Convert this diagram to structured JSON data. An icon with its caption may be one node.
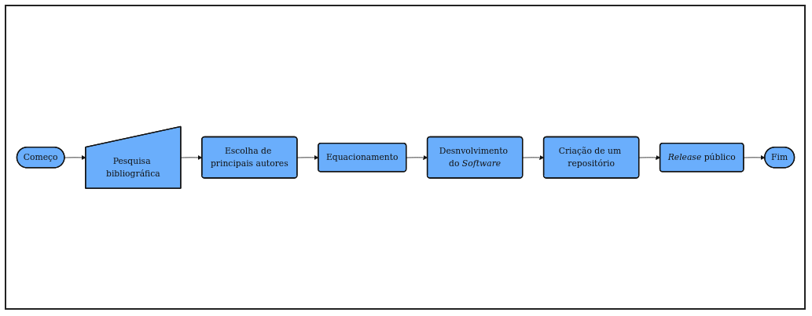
{
  "diagram": {
    "nodes": [
      {
        "text": [
          "Começo"
        ]
      },
      {
        "text": [
          "Pesquisa bibliográfica"
        ]
      },
      {
        "text": [
          "Escolha de principais autores"
        ]
      },
      {
        "text": [
          "Equacionamento"
        ]
      },
      {
        "text": [
          "Desnvolvimento do *Software*"
        ]
      },
      {
        "text": [
          "Criação de um repositório"
        ]
      },
      {
        "text": [
          "*Release* público"
        ]
      },
      {
        "text": [
          "Fim"
        ]
      }
    ],
    "edges": [
      {
        "from": 0,
        "to": 1,
        "arrow": "to"
      },
      {
        "from": 1,
        "to": 2,
        "arrow": "to"
      },
      {
        "from": 2,
        "to": 3,
        "arrow": "to"
      },
      {
        "from": 3,
        "to": 4,
        "arrow": "to"
      },
      {
        "from": 4,
        "to": 5,
        "arrow": "to"
      },
      {
        "from": 5,
        "to": 6,
        "arrow": "to"
      },
      {
        "from": 6,
        "to": 7,
        "arrow": "to"
      }
    ]
  }
}
